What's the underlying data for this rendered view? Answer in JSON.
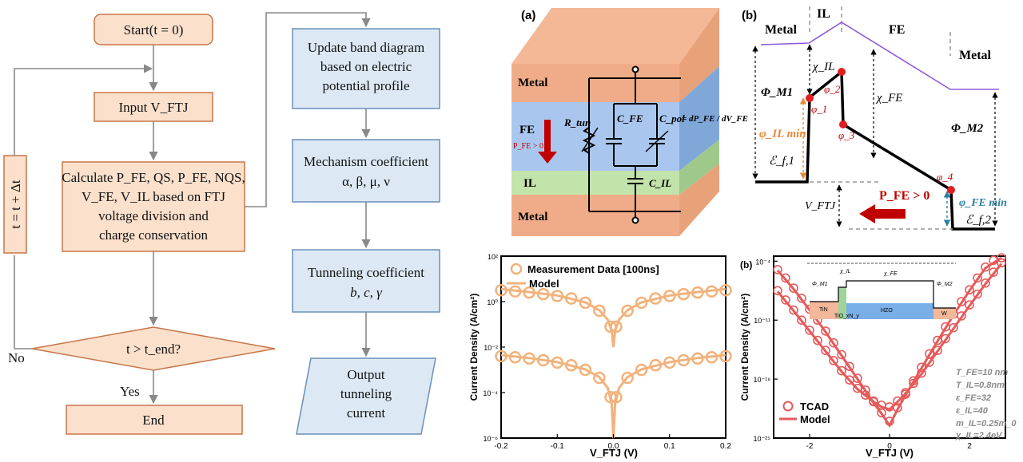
{
  "flowchart": {
    "start": "Start(t = 0)",
    "input": "Input V_FTJ",
    "calc_lines": [
      "Calculate P_FE, QS, P_FE, NQS,",
      "V_FE, V_IL based on FTJ",
      "voltage division and",
      "charge conservation"
    ],
    "decision": "t > t_end?",
    "loop_label": "t = t + Δt",
    "no_label": "No",
    "yes_label": "Yes",
    "end": "End",
    "update_lines": [
      "Update band diagram",
      "based on electric",
      "potential profile"
    ],
    "mechanism_lines": [
      "Mechanism coefficient",
      "α, β, μ, ν"
    ],
    "tunneling_lines": [
      "Tunneling coefficient",
      "b, c, γ"
    ],
    "output_lines": [
      "Output",
      "tunneling",
      "current"
    ]
  },
  "device": {
    "panel_label": "(a)",
    "layer_metal_top": "Metal",
    "layer_fe": "FE",
    "polarization": "P_FE > 0",
    "layer_il": "IL",
    "layer_metal_bottom": "Metal",
    "r_tun": "R_tun",
    "c_fe": "C_FE",
    "c_pol": "C_pol",
    "c_pol_formula": "= dP_FE / dV_FE",
    "c_il": "C_IL"
  },
  "band": {
    "panel_label": "(b)",
    "metal_left": "Metal",
    "il": "IL",
    "fe": "FE",
    "metal_right": "Metal",
    "chi_il": "χ_IL",
    "chi_fe": "χ_FE",
    "phi_m1": "Φ_M1",
    "phi_m2": "Φ_M2",
    "phi1": "φ_1",
    "phi2": "φ_2",
    "phi3": "φ_3",
    "phi4": "φ_4",
    "phi_il_min": "φ_IL min",
    "phi_fe_min": "φ_FE min",
    "eps1": "ℰ_f,1",
    "eps2": "ℰ_f,2",
    "v_ftj": "V_FTJ",
    "polarization": "P_FE > 0"
  },
  "chart_data": [
    {
      "type": "scatter",
      "title": "",
      "xlabel": "V_FTJ (V)",
      "ylabel": "Current Density (A/cm²)",
      "xlim": [
        -0.2,
        0.2
      ],
      "ylim_log10": [
        -6,
        2
      ],
      "y_scale": "log",
      "x_ticks": [
        "-0.2",
        "-0.1",
        "0.0",
        "0.1",
        "0.2"
      ],
      "y_ticks": [
        "10⁻⁶",
        "10⁻⁴",
        "10⁻²",
        "10⁰",
        "10²"
      ],
      "legend": [
        "Measurement Data [100ns]",
        "Model"
      ],
      "legend_position": "top-left",
      "series": [
        {
          "name": "Measurement Data [100ns]",
          "style": "open-circle",
          "x": [
            -0.2,
            -0.175,
            -0.15,
            -0.125,
            -0.1,
            -0.075,
            -0.05,
            -0.025,
            -0.005,
            0.005,
            0.025,
            0.05,
            0.075,
            0.1,
            0.125,
            0.15,
            0.175,
            0.2
          ],
          "y_log10": [
            0.5,
            0.45,
            0.4,
            0.33,
            0.25,
            0.14,
            -0.05,
            -0.4,
            -1.1,
            -1.1,
            -0.4,
            -0.05,
            0.14,
            0.25,
            0.33,
            0.4,
            0.45,
            0.5
          ]
        },
        {
          "name": "Model",
          "style": "line",
          "x": [
            -0.2,
            -0.15,
            -0.1,
            -0.05,
            -0.025,
            -0.01,
            -0.003,
            0,
            0.003,
            0.01,
            0.025,
            0.05,
            0.1,
            0.15,
            0.2
          ],
          "y_log10": [
            0.55,
            0.42,
            0.27,
            -0.03,
            -0.38,
            -0.8,
            -1.3,
            -2.0,
            -1.3,
            -0.8,
            -0.38,
            -0.03,
            0.27,
            0.42,
            0.55
          ]
        },
        {
          "name": "Measurement Data [100ns]",
          "style": "open-circle",
          "x": [
            -0.2,
            -0.175,
            -0.15,
            -0.125,
            -0.1,
            -0.075,
            -0.05,
            -0.025,
            -0.005,
            0.005,
            0.025,
            0.05,
            0.075,
            0.1,
            0.125,
            0.15,
            0.175,
            0.2
          ],
          "y_log10": [
            -2.4,
            -2.45,
            -2.5,
            -2.58,
            -2.68,
            -2.8,
            -3.0,
            -3.35,
            -4.2,
            -4.2,
            -3.35,
            -3.0,
            -2.8,
            -2.68,
            -2.58,
            -2.5,
            -2.45,
            -2.4
          ]
        },
        {
          "name": "Model",
          "style": "line",
          "x": [
            -0.2,
            -0.15,
            -0.1,
            -0.05,
            -0.025,
            -0.01,
            -0.003,
            0,
            0.003,
            0.01,
            0.025,
            0.05,
            0.1,
            0.15,
            0.2
          ],
          "y_log10": [
            -2.35,
            -2.48,
            -2.66,
            -2.98,
            -3.32,
            -3.8,
            -4.5,
            -6.0,
            -4.5,
            -3.8,
            -3.32,
            -2.98,
            -2.66,
            -2.48,
            -2.35
          ]
        }
      ]
    },
    {
      "type": "scatter",
      "title": "",
      "panel_label": "(b)",
      "xlabel": "V_FTJ (V)",
      "ylabel": "Current Density (A/cm²)",
      "xlim": [
        -2.9,
        2.9
      ],
      "ylim_log10": [
        -25,
        -3.4
      ],
      "y_scale": "log",
      "x_ticks": [
        "-2",
        "0",
        "2"
      ],
      "y_ticks": [
        "10⁻²⁵",
        "10⁻¹⁸",
        "10⁻¹¹",
        "10⁻⁴"
      ],
      "legend": [
        "TCAD",
        "Model"
      ],
      "legend_position": "bottom-left",
      "params": [
        "T_FE=10 nm",
        "T_IL=0.8nm",
        "ε_FE=32",
        "ε_IL=40",
        "m_IL=0.25m_0",
        "χ_IL=2.4eV"
      ],
      "inset": {
        "labels": [
          "TiN",
          "TiO_xN_y",
          "HZO",
          "W"
        ],
        "symbols": [
          "Φ_M1",
          "χ_IL",
          "χ_FE",
          "Φ_M2"
        ]
      },
      "series": [
        {
          "name": "TCAD",
          "style": "open-circle",
          "x": [
            -2.8,
            -2.6,
            -2.4,
            -2.2,
            -2.0,
            -1.8,
            -1.6,
            -1.4,
            -1.2,
            -1.0,
            -0.8,
            -0.6,
            -0.4,
            -0.2,
            0,
            0.2,
            0.4,
            0.6,
            0.8,
            1.0,
            1.2,
            1.4,
            1.6,
            1.8,
            2.0,
            2.2,
            2.4,
            2.6,
            2.8
          ],
          "y_log10": [
            -7.5,
            -8.6,
            -9.8,
            -11.0,
            -12.2,
            -13.4,
            -14.6,
            -15.8,
            -17.0,
            -18.1,
            -19.1,
            -19.9,
            -20.6,
            -21.1,
            -21.3,
            -20.6,
            -19.6,
            -18.5,
            -17.3,
            -16.0,
            -14.6,
            -13.2,
            -11.9,
            -10.5,
            -9.2,
            -7.9,
            -6.6,
            -5.3,
            -4.2
          ]
        },
        {
          "name": "Model",
          "style": "line",
          "x": [
            -2.8,
            -2.4,
            -2.0,
            -1.6,
            -1.2,
            -0.8,
            -0.4,
            -0.2,
            0,
            0.2,
            0.4,
            0.8,
            1.2,
            1.6,
            2.0,
            2.4,
            2.8
          ],
          "y_log10": [
            -7.6,
            -9.9,
            -12.3,
            -14.7,
            -17.1,
            -19.2,
            -20.7,
            -21.3,
            -21.6,
            -20.7,
            -19.7,
            -17.4,
            -14.7,
            -12.0,
            -9.3,
            -6.7,
            -4.3
          ]
        },
        {
          "name": "TCAD",
          "style": "open-circle",
          "x": [
            -2.8,
            -2.6,
            -2.4,
            -2.2,
            -2.0,
            -1.8,
            -1.6,
            -1.4,
            -1.2,
            -1.0,
            -0.8,
            -0.6,
            -0.4,
            -0.2,
            0,
            0.2,
            0.4,
            0.6,
            0.8,
            1.0,
            1.2,
            1.4,
            1.6,
            1.8,
            2.0,
            2.2,
            2.4,
            2.6,
            2.8
          ],
          "y_log10": [
            -5.0,
            -6.0,
            -7.2,
            -8.4,
            -9.7,
            -11.0,
            -12.3,
            -13.7,
            -15.1,
            -16.5,
            -17.9,
            -19.3,
            -20.7,
            -22.0,
            -23.0,
            -21.4,
            -19.8,
            -18.2,
            -16.6,
            -15.0,
            -13.4,
            -11.8,
            -10.3,
            -8.8,
            -7.4,
            -6.0,
            -4.7,
            -3.9,
            -3.6
          ]
        },
        {
          "name": "Model",
          "style": "line",
          "x": [
            -2.8,
            -2.4,
            -2.0,
            -1.6,
            -1.2,
            -0.8,
            -0.4,
            -0.2,
            0,
            0.2,
            0.4,
            0.8,
            1.2,
            1.6,
            2.0,
            2.4,
            2.8
          ],
          "y_log10": [
            -5.1,
            -7.3,
            -9.8,
            -12.4,
            -15.2,
            -18.0,
            -20.8,
            -22.1,
            -23.5,
            -21.6,
            -19.9,
            -16.7,
            -13.5,
            -10.4,
            -7.5,
            -4.8,
            -3.6
          ]
        }
      ]
    }
  ],
  "colors": {
    "flow_left_fill": "#fbe0cc",
    "flow_left_stroke": "#c8764a",
    "flow_right_fill": "#dce9f5",
    "flow_right_stroke": "#6a8fb8",
    "chart_orange": "#f2b27c",
    "chart_red": "#e55a5a",
    "band_purple": "#8e5bd8"
  }
}
